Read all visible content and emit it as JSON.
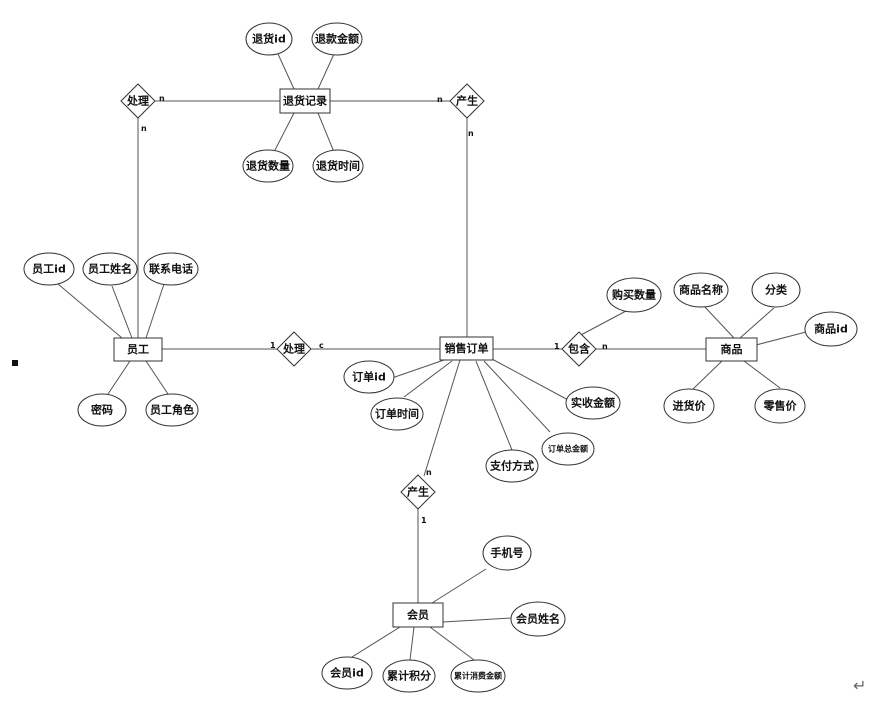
{
  "entities": {
    "return_record": "退货记录",
    "employee": "员工",
    "sales_order": "销售订单",
    "product": "商品",
    "member": "会员"
  },
  "relationships": {
    "handle_return": "处理",
    "produce_return": "产生",
    "handle_order": "处理",
    "contains": "包含",
    "produce_order": "产生"
  },
  "attributes": {
    "return_id": "退货id",
    "refund_amount": "退款金额",
    "return_quantity": "退货数量",
    "return_time": "退货时间",
    "employee_id": "员工id",
    "employee_name": "员工姓名",
    "contact_phone": "联系电话",
    "password": "密码",
    "employee_role": "员工角色",
    "order_id": "订单id",
    "order_time": "订单时间",
    "payment_method": "支付方式",
    "order_total": "订单总金额",
    "paid_amount": "实收金额",
    "purchase_quantity": "购买数量",
    "product_name": "商品名称",
    "category": "分类",
    "product_id": "商品id",
    "purchase_price": "进货价",
    "retail_price": "零售价",
    "phone": "手机号",
    "member_name": "会员姓名",
    "member_id": "会员id",
    "points": "累计积分",
    "total_spent": "累计消费金额"
  },
  "cardinalities": {
    "handle_return_top": "n",
    "handle_return_bottom": "n",
    "produce_return_left": "n",
    "produce_return_bottom": "n",
    "handle_order_left": "1",
    "handle_order_right": "c",
    "contains_left": "1",
    "contains_right": "n",
    "produce_order_top": "n",
    "produce_order_bottom": "1"
  },
  "return_symbol": "↵"
}
